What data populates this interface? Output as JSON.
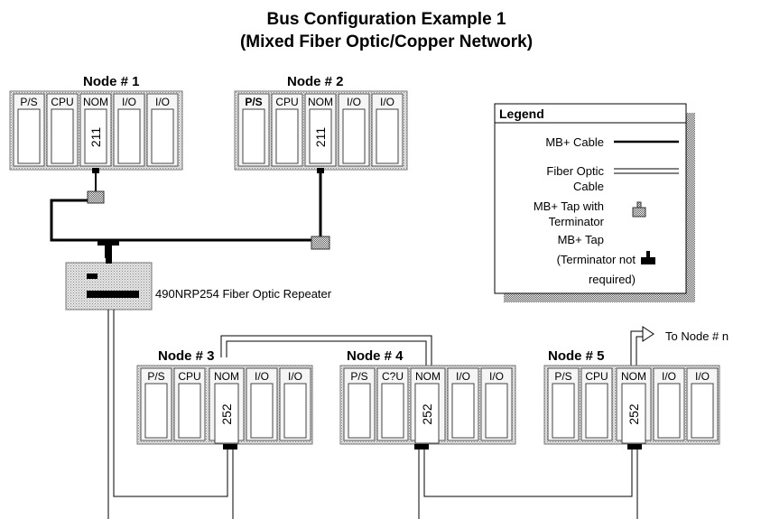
{
  "title": {
    "line1": "Bus Configuration Example 1",
    "line2": "(Mixed Fiber Optic/Copper Network)"
  },
  "nodes": {
    "n1": {
      "label": "Node # 1",
      "slots": [
        "P/S",
        "CPU",
        "NOM",
        "I/O",
        "I/O"
      ],
      "module": "211"
    },
    "n2": {
      "label": "Node # 2",
      "slots": [
        "P/S",
        "CPU",
        "NOM",
        "I/O",
        "I/O"
      ],
      "module": "211"
    },
    "n3": {
      "label": "Node # 3",
      "slots": [
        "P/S",
        "CPU",
        "NOM",
        "I/O",
        "I/O"
      ],
      "module": "252"
    },
    "n4": {
      "label": "Node # 4",
      "slots": [
        "P/S",
        "C?U",
        "NOM",
        "I/O",
        "I/O"
      ],
      "module": "252"
    },
    "n5": {
      "label": "Node # 5",
      "slots": [
        "P/S",
        "CPU",
        "NOM",
        "I/O",
        "I/O"
      ],
      "module": "252"
    }
  },
  "repeater": {
    "label": "490NRP254 Fiber Optic Repeater"
  },
  "to_node_n": "To Node # n",
  "legend": {
    "title": "Legend",
    "mb_cable": "MB+ Cable",
    "fiber_1": "Fiber Optic",
    "fiber_2": "Cable",
    "tap_term_1": "MB+ Tap with",
    "tap_term_2": "Terminator",
    "tap_1": "MB+ Tap",
    "tap_2": "(Terminator not",
    "tap_3": "required)"
  }
}
